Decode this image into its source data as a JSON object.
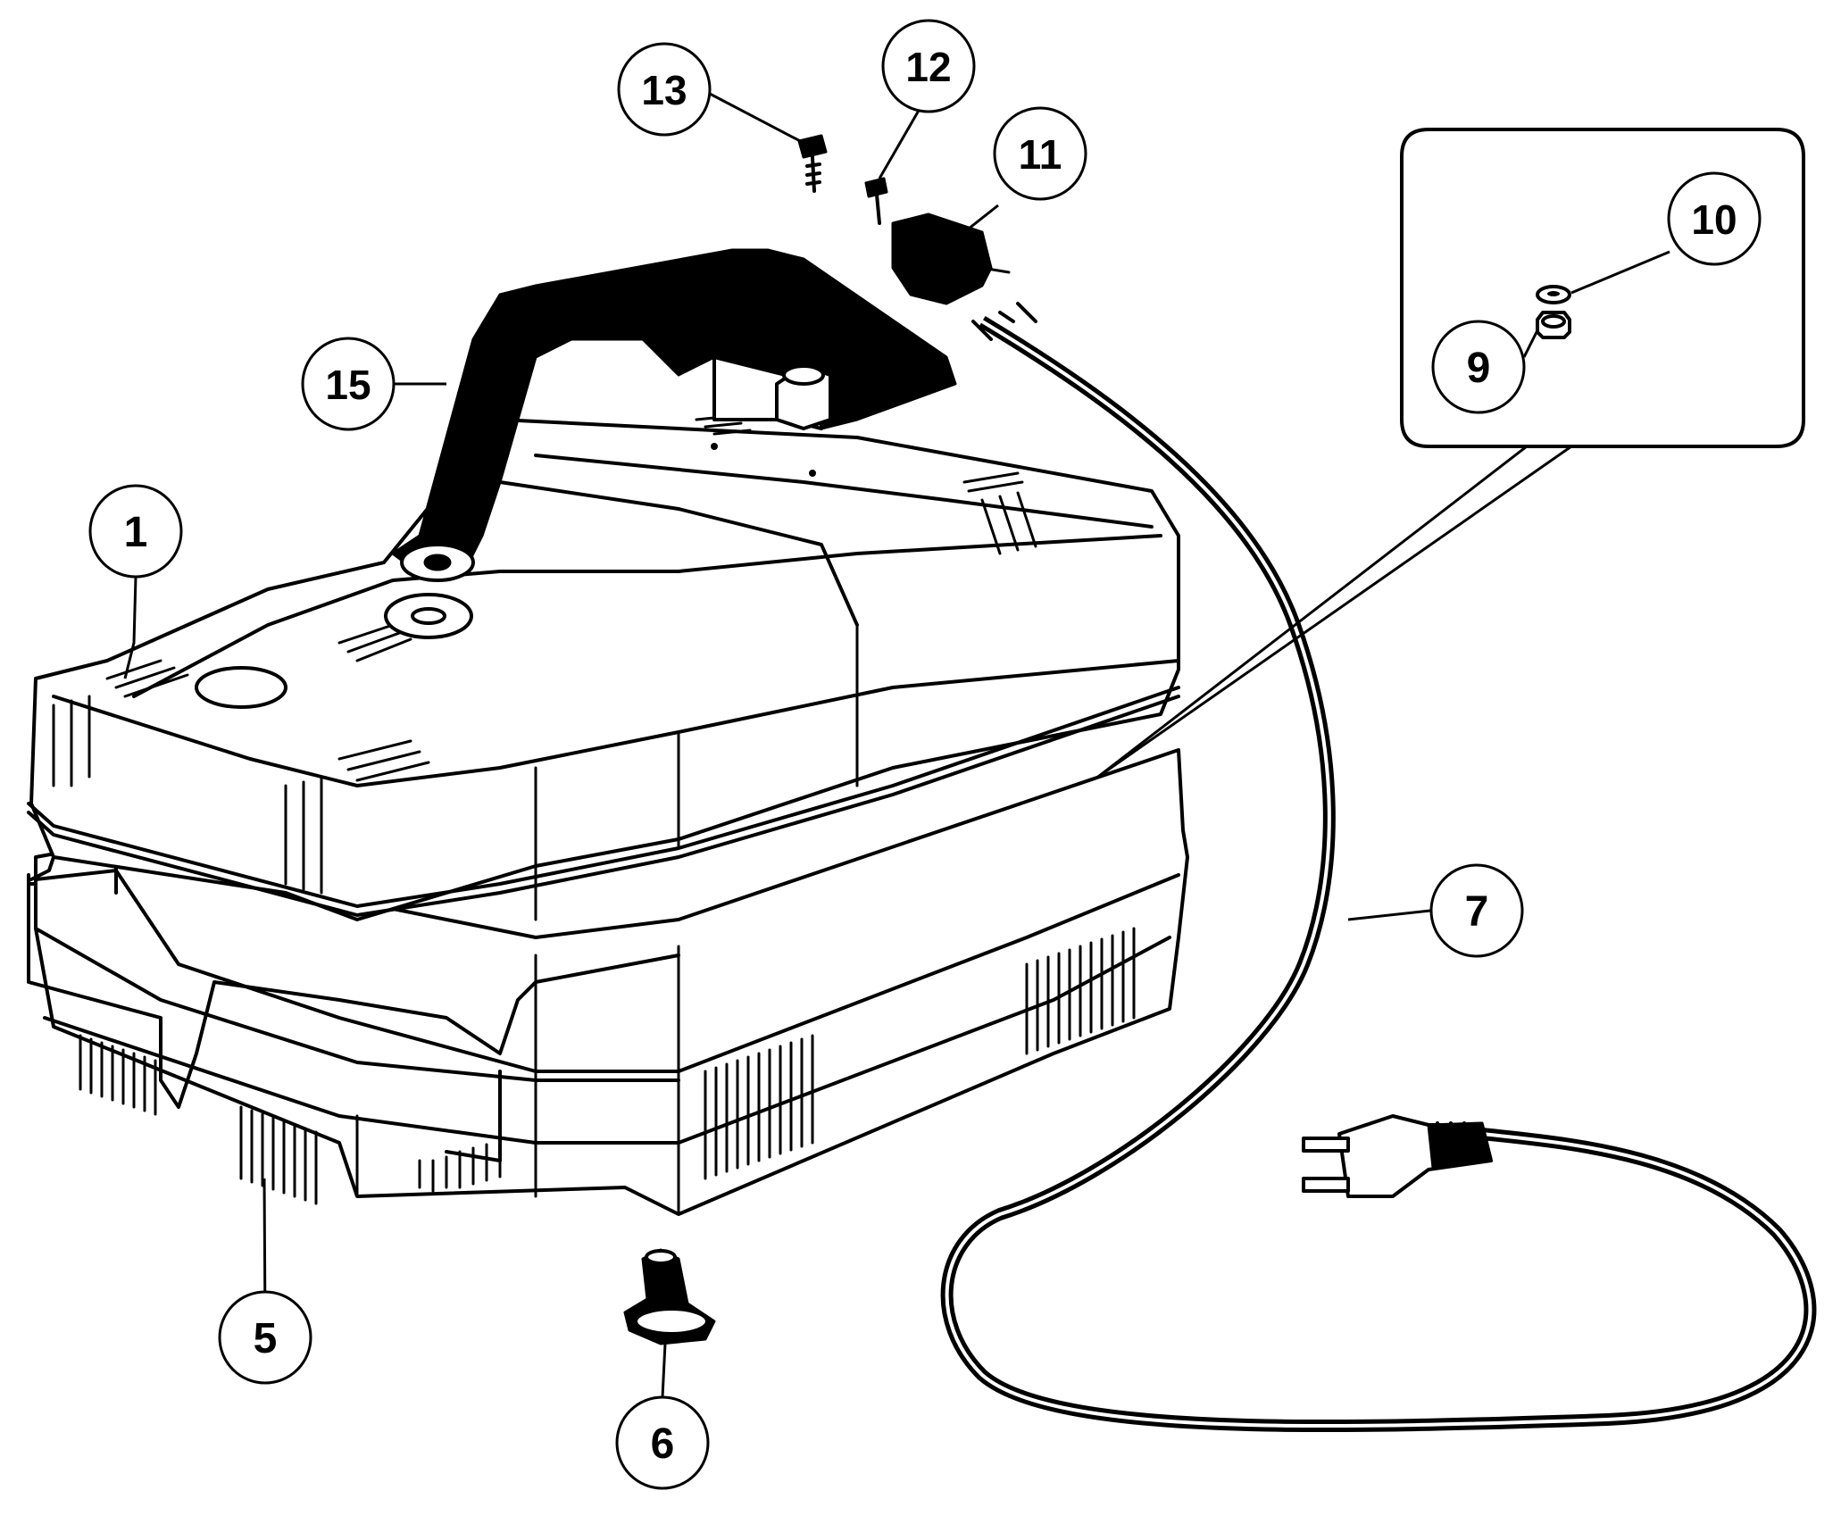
{
  "diagram": {
    "callouts": [
      {
        "id": "c1",
        "label": "1"
      },
      {
        "id": "c5",
        "label": "5"
      },
      {
        "id": "c6",
        "label": "6"
      },
      {
        "id": "c7",
        "label": "7"
      },
      {
        "id": "c9",
        "label": "9"
      },
      {
        "id": "c10",
        "label": "10"
      },
      {
        "id": "c11",
        "label": "11"
      },
      {
        "id": "c12",
        "label": "12"
      },
      {
        "id": "c13",
        "label": "13"
      },
      {
        "id": "c15",
        "label": "15"
      }
    ]
  },
  "colors": {
    "line": "#000000",
    "background": "#ffffff"
  }
}
